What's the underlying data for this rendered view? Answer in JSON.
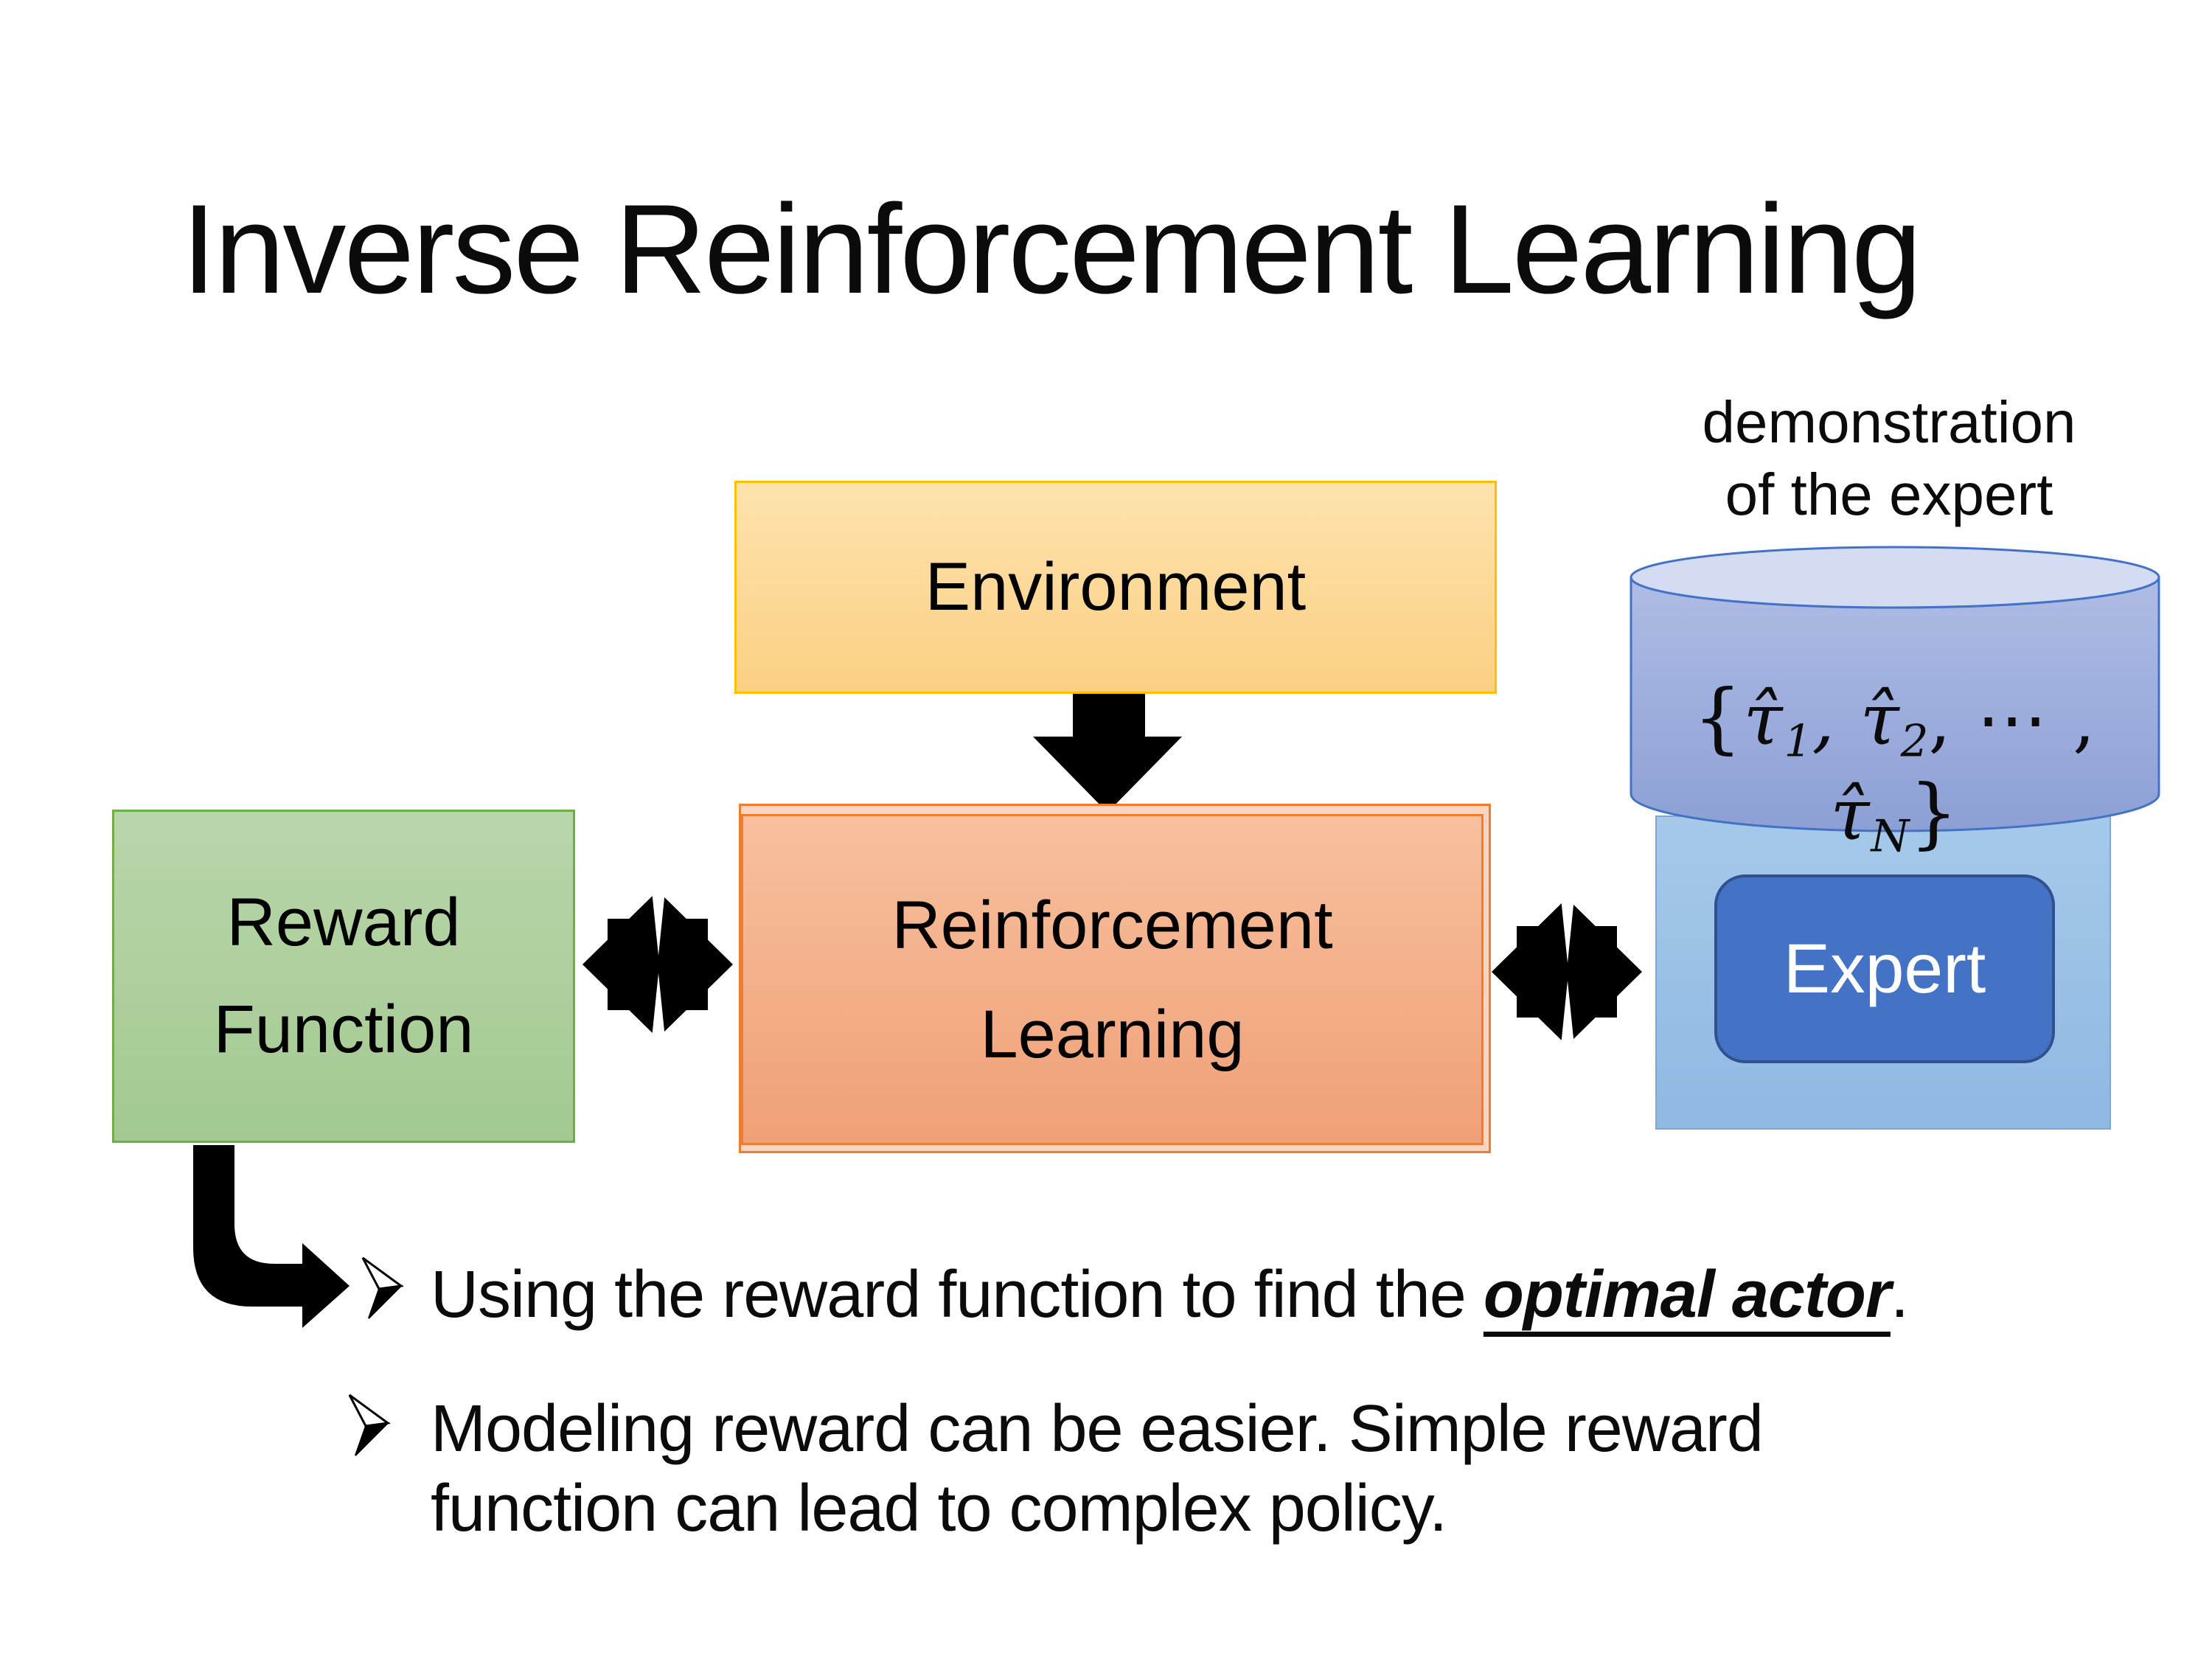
{
  "slide": {
    "title": "Inverse Reinforcement Learning",
    "annotation": {
      "line1": "demonstration",
      "line2": "of the expert"
    },
    "boxes": {
      "environment": {
        "label": "Environment"
      },
      "reward_function": {
        "line1": "Reward",
        "line2": "Function"
      },
      "reinforcement_learning": {
        "line1": "Reinforcement",
        "line2": "Learning"
      },
      "expert": {
        "label": "Expert"
      }
    },
    "cylinder_math": {
      "open": "{",
      "tau": "τ̂",
      "sub1": "1",
      "comma1": ", ",
      "sub2": "2",
      "dots": ", ⋯ , ",
      "subN": "N",
      "close": "}"
    },
    "bullets": {
      "item1": {
        "pre": "Using the reward function to find the ",
        "emphasis": "optimal actor",
        "post": "."
      },
      "item2": {
        "line1": "Modeling reward can be easier. Simple reward",
        "line2": "function can lead to complex policy."
      }
    },
    "icons": {
      "down_arrow": "down-block-arrow-icon",
      "double_arrow": "left-right-double-arrow-icon",
      "bent_arrow": "elbow-right-arrow-icon",
      "bullet_marker": "arrowhead-bullet-icon",
      "cylinder": "database-cylinder-icon"
    }
  },
  "colors": {
    "text": "#000000",
    "arrow": "#000000",
    "environment_border": "#FFC000",
    "environment_fill_top": "#FEE3AE",
    "environment_fill_bottom": "#FBD084",
    "reward_border": "#70AD47",
    "reward_fill_top": "#B9D6AA",
    "reward_fill_bottom": "#A3C992",
    "rl_border": "#ED7D31",
    "rl_fill_top": "#F8C09E",
    "rl_fill_bottom": "#EFA077",
    "rl_shadow_fill": "#F9D5BF",
    "expert_panel_top": "#A6C9EA",
    "expert_panel_bottom": "#8FB9E2",
    "expert_fill": "#4472C4",
    "expert_border": "#2F528F",
    "cylinder_top": "#D3DCF2",
    "cylinder_body_top": "#AFBCE5",
    "cylinder_body_bottom": "#8CA0D5",
    "cylinder_border": "#4472C4"
  }
}
